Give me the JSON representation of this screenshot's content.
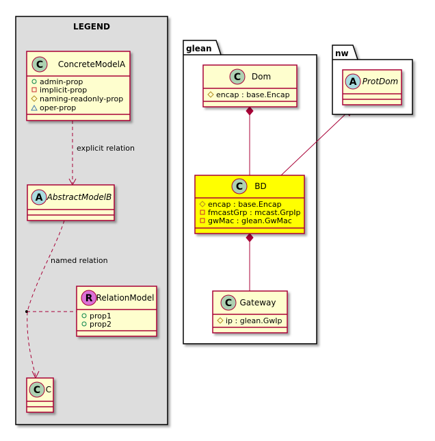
{
  "legend": {
    "title": "LEGEND",
    "concrete_model": {
      "stereotype": "C",
      "name": "ConcreteModelA",
      "members": [
        {
          "vis": "public",
          "text": "admin-prop"
        },
        {
          "vis": "private",
          "text": "implicit-prop"
        },
        {
          "vis": "protected",
          "text": "naming-readonly-prop"
        },
        {
          "vis": "package",
          "text": "oper-prop"
        }
      ]
    },
    "explicit_relation_label": "explicit relation",
    "abstract_model": {
      "stereotype": "A",
      "name": "AbstractModelB"
    },
    "named_relation_label": "named relation",
    "relation_model": {
      "stereotype": "R",
      "name": "RelationModel",
      "members": [
        {
          "vis": "public",
          "text": "prop1"
        },
        {
          "vis": "public",
          "text": "prop2"
        }
      ]
    },
    "c_model": {
      "stereotype": "C",
      "name": "C"
    }
  },
  "glean_package": {
    "title": "glean",
    "dom": {
      "stereotype": "C",
      "name": "Dom",
      "members": [
        {
          "vis": "protected",
          "text": "encap : base.Encap"
        }
      ]
    },
    "bd": {
      "stereotype": "C",
      "name": "BD",
      "members": [
        {
          "vis": "protected",
          "text": "encap : base.Encap"
        },
        {
          "vis": "private",
          "text": "fmcastGrp : mcast.GrpIp"
        },
        {
          "vis": "private",
          "text": "gwMac : glean.GwMac"
        }
      ]
    },
    "gateway": {
      "stereotype": "C",
      "name": "Gateway",
      "members": [
        {
          "vis": "protected",
          "text": "ip : glean.GwIp"
        }
      ]
    }
  },
  "nw_package": {
    "title": "nw",
    "protdom": {
      "stereotype": "A",
      "name": "ProtDom"
    }
  },
  "colors": {
    "class_fill": "#FEFECE",
    "class_border": "#A80036",
    "highlight_fill": "#FFFF00",
    "legend_bg": "#DDDDDD",
    "circle_c": "#ADD1B2",
    "circle_a": "#A9DCDF",
    "circle_r": "#DA70D6"
  }
}
